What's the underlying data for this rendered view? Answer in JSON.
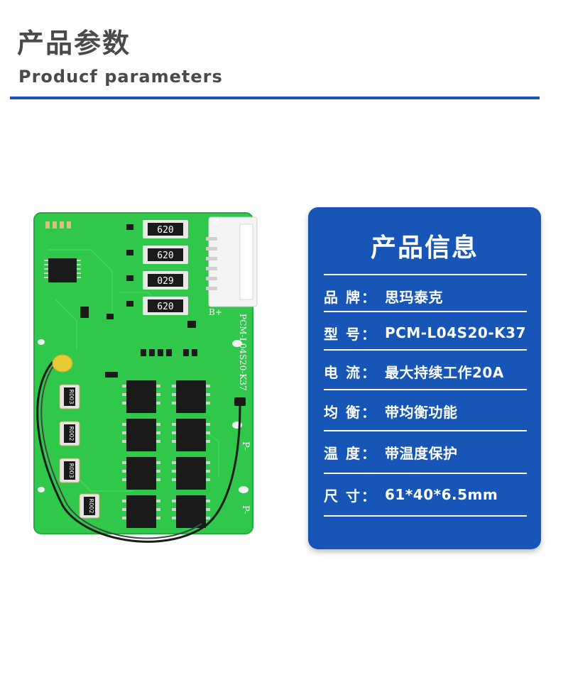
{
  "header": {
    "title_cn": "产品参数",
    "title_en": "Producf  parameters"
  },
  "board_labels": {
    "resistors": [
      "620",
      "620",
      "029",
      "620"
    ],
    "side_caps": [
      "R003",
      "R002",
      "R003",
      "R002"
    ],
    "model_print": "PCM-L04S20-K37",
    "b_minus": "B-",
    "b_plus": "B+",
    "p_minus_1": "P-",
    "p_minus_2": "P-"
  },
  "card": {
    "title": "产品信息",
    "rows": [
      {
        "label": "品 牌：",
        "value": "思玛泰克"
      },
      {
        "label": "型 号：",
        "value": "PCM-L04S20-K37"
      },
      {
        "label": "电  流：",
        "value": "最大持续工作20A"
      },
      {
        "label": "均  衡：",
        "value": "带均衡功能"
      },
      {
        "label": "温  度：",
        "value": "带温度保护"
      },
      {
        "label": "尺  寸：",
        "value": "61*40*6.5mm"
      }
    ]
  },
  "colors": {
    "accent": "#1755b6",
    "rule": "#1a55b8",
    "pcb": "#2fc84a",
    "title_text": "#4a4a4a"
  }
}
